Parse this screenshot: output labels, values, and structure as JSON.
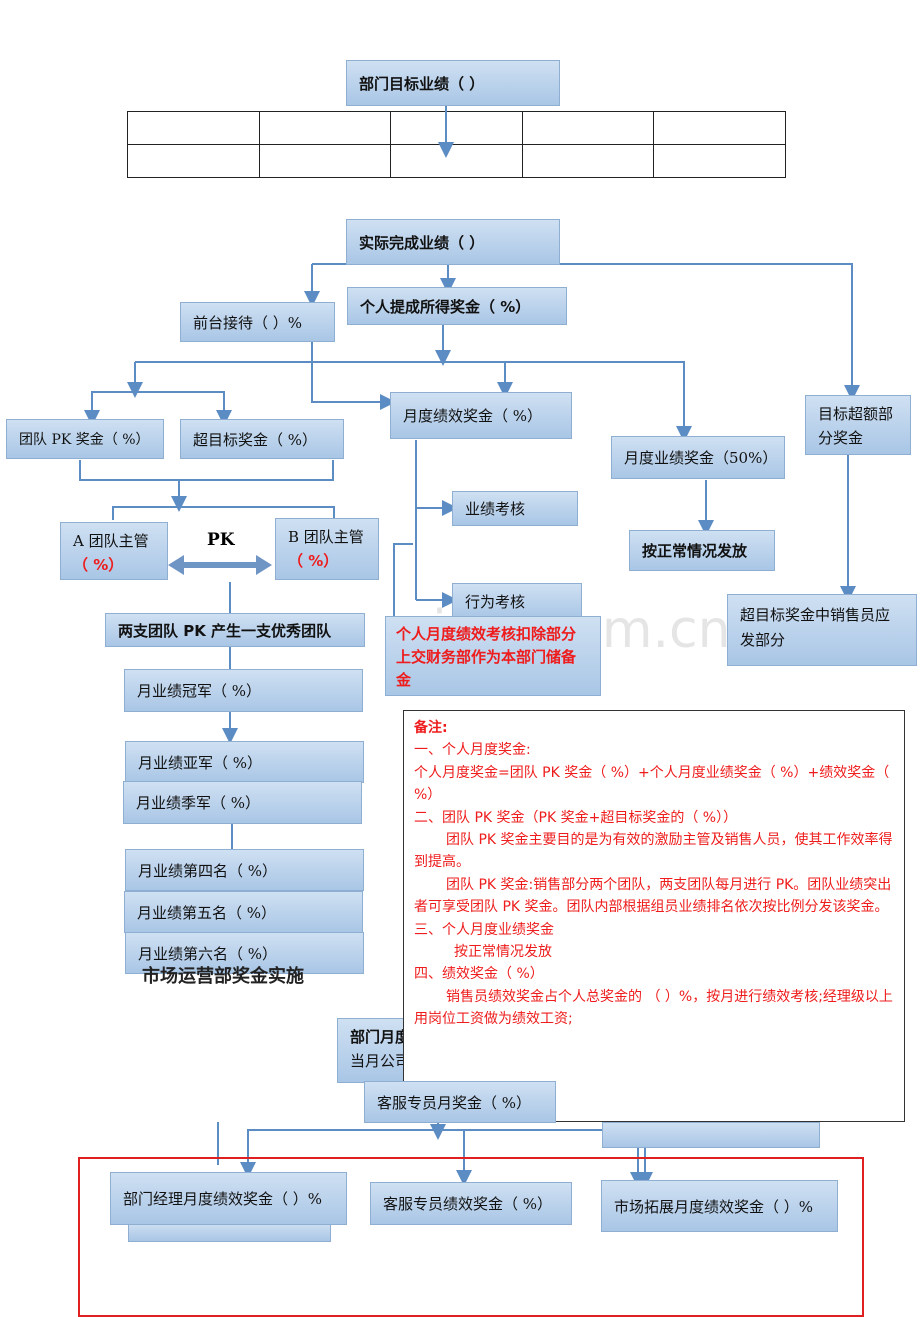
{
  "top_box": "部门目标业绩（     ）",
  "actual_box": "实际完成业绩（      ）",
  "reception": "前台接待（  ）%",
  "personal_commission": "个人提成所得奖金（      %）",
  "monthly_perf_bonus": "月度绩效奖金（    %）",
  "target_excess_part": "目标超额部分奖金",
  "team_pk_bonus": "团队 PK 奖金（   %）",
  "over_target_bonus": "超目标奖金（      %）",
  "monthly_sales_bonus": "月度业绩奖金（50%）",
  "perf_review": "业绩考核",
  "pay_normal": "按正常情况发放",
  "team_a": {
    "name": "A 团队主管",
    "pct": "（   %）"
  },
  "team_b": {
    "name": "B 团队主管",
    "pct": "（   %）"
  },
  "pk_label": "PK",
  "behavior_review": "行为考核",
  "two_teams": "两支团队 PK 产生一支优秀团队",
  "deduction_note": "个人月度绩效考核扣除部分上交财务部作为本部门储备金",
  "over_target_sales": "超目标奖金中销售员应发部分",
  "watermark": "zixin.com.cn",
  "ranks": [
    "月业绩冠军（    %）",
    "月业绩亚军（      %）",
    "月业绩季军（    %）",
    "月业绩第四名（     %）",
    "月业绩第五名（     %）",
    "月业绩第六名（     %）"
  ],
  "notes": {
    "title": "备注:",
    "n1": "一、个人月度奖金:",
    "n1a": "个人月度奖金=团队 PK 奖金（ %）+个人月度业绩奖金（ %）+绩效奖金（ %）",
    "n2": "二、团队 PK 奖金（PK 奖金+超目标奖金的（   %））",
    "n2a": "团队 PK 奖金主要目的是为有效的激励主管及销售人员，使其工作效率得到提高。",
    "n2b": "团队 PK 奖金:销售部分两个团队，两支团队每月进行 PK。团队业绩突出者可享受团队 PK 奖金。团队内部根据组员业绩排名依次按比例分发该奖金。",
    "n3": "三、个人月度业绩奖金",
    "n3a": "按正常情况发放",
    "n4": "四、绩效奖金（ %）",
    "n4a": "销售员绩效奖金占个人总奖金的 （ ）%，按月进行绩效考核;经理级以上用岗位工资做为绩效工资;"
  },
  "section2_title": "市场运营部奖金实施",
  "dept_monthly": {
    "line1": "部门月度",
    "line2": "当月公司"
  },
  "cs_monthly": "客服专员月奖金（   %）",
  "mgr_perf": "部门经理月度绩效奖金（  ）%",
  "cs_perf": "客服专员绩效奖金（    %）",
  "market_perf": "市场拓展月度绩效奖金（  ）%"
}
